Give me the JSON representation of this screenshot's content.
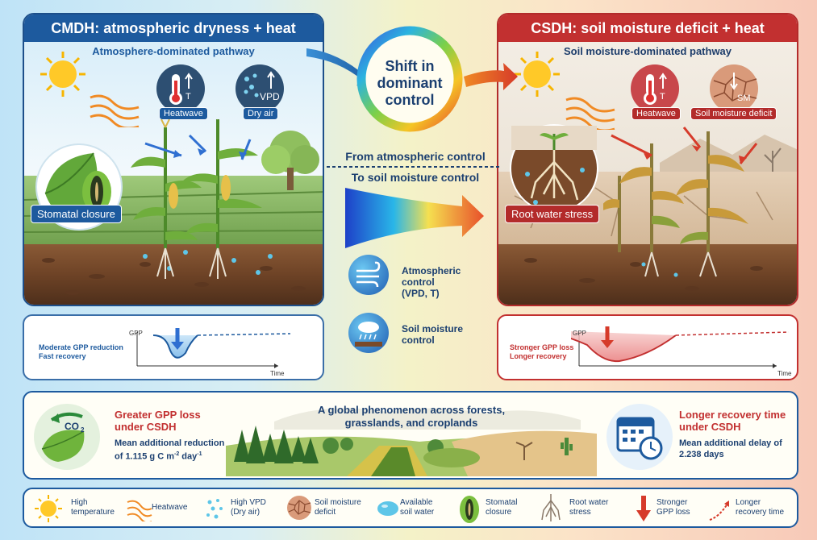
{
  "left_panel": {
    "title": "CMDH: atmospheric dryness + heat",
    "pathway": "Atmosphere-dominated pathway",
    "heatwave_label": "Heatwave",
    "dryair_label": "Dry air",
    "stomatal_label": "Stomatal closure",
    "thermo_letter": "T",
    "vpd_letter": "VPD"
  },
  "right_panel": {
    "title": "CSDH: soil moisture deficit + heat",
    "pathway": "Soil moisture-dominated pathway",
    "heatwave_label": "Heatwave",
    "soil_label": "Soil moisture deficit",
    "root_label": "Root water stress",
    "thermo_letter": "T",
    "sm_letter": "SM"
  },
  "center": {
    "shift_text": [
      "Shift in",
      "dominant",
      "control"
    ],
    "from_text": "From atmospheric control",
    "to_text": "To soil moisture control",
    "atm_control": [
      "Atmospheric",
      "control",
      "(VPD, T)"
    ],
    "soil_control": [
      "Soil moisture",
      "control"
    ]
  },
  "charts": {
    "left": {
      "desc1": "Moderate GPP reduction",
      "desc2": "Fast recovery",
      "ylabel": "GPP",
      "xlabel": "Time"
    },
    "right": {
      "desc1": "Stronger GPP loss",
      "desc2": "Longer recovery",
      "ylabel": "GPP",
      "xlabel": "Time"
    }
  },
  "middle_band": {
    "gpp_title": [
      "Greater GPP loss",
      "under CSDH"
    ],
    "gpp_body_1": "Mean additional reduction",
    "gpp_body_2a": "of 1.115 g C m",
    "gpp_body_2_sup1": "-2",
    "gpp_body_2b": " day",
    "gpp_body_2_sup2": "-1",
    "co2_label": "CO",
    "co2_sub": "2",
    "global_text": [
      "A global phenomenon across forests,",
      "grasslands, and croplands"
    ],
    "recovery_title": [
      "Longer recovery time",
      "under CSDH"
    ],
    "recovery_body": [
      "Mean additional delay of",
      "2.238 days"
    ]
  },
  "legend": [
    {
      "icon": "sun-icon",
      "text": [
        "High",
        "temperature"
      ]
    },
    {
      "icon": "heatwave-icon",
      "text": [
        "Heatwave"
      ]
    },
    {
      "icon": "vpd-droplets-icon",
      "text": [
        "High VPD",
        "(Dry air)"
      ]
    },
    {
      "icon": "cracked-soil-icon",
      "text": [
        "Soil moisture",
        "deficit"
      ]
    },
    {
      "icon": "water-drop-icon",
      "text": [
        "Available",
        "soil water"
      ]
    },
    {
      "icon": "stomata-icon",
      "text": [
        "Stomatal",
        "closure"
      ]
    },
    {
      "icon": "root-icon",
      "text": [
        "Root water",
        "stress"
      ]
    },
    {
      "icon": "red-down-arrow-icon",
      "text": [
        "Stronger",
        "GPP loss"
      ]
    },
    {
      "icon": "dashed-arrow-icon",
      "text": [
        "Longer",
        "recovery time"
      ]
    }
  ],
  "colors": {
    "blue": "#1d5a9e",
    "red": "#c23030",
    "navy": "#1b3f70"
  }
}
